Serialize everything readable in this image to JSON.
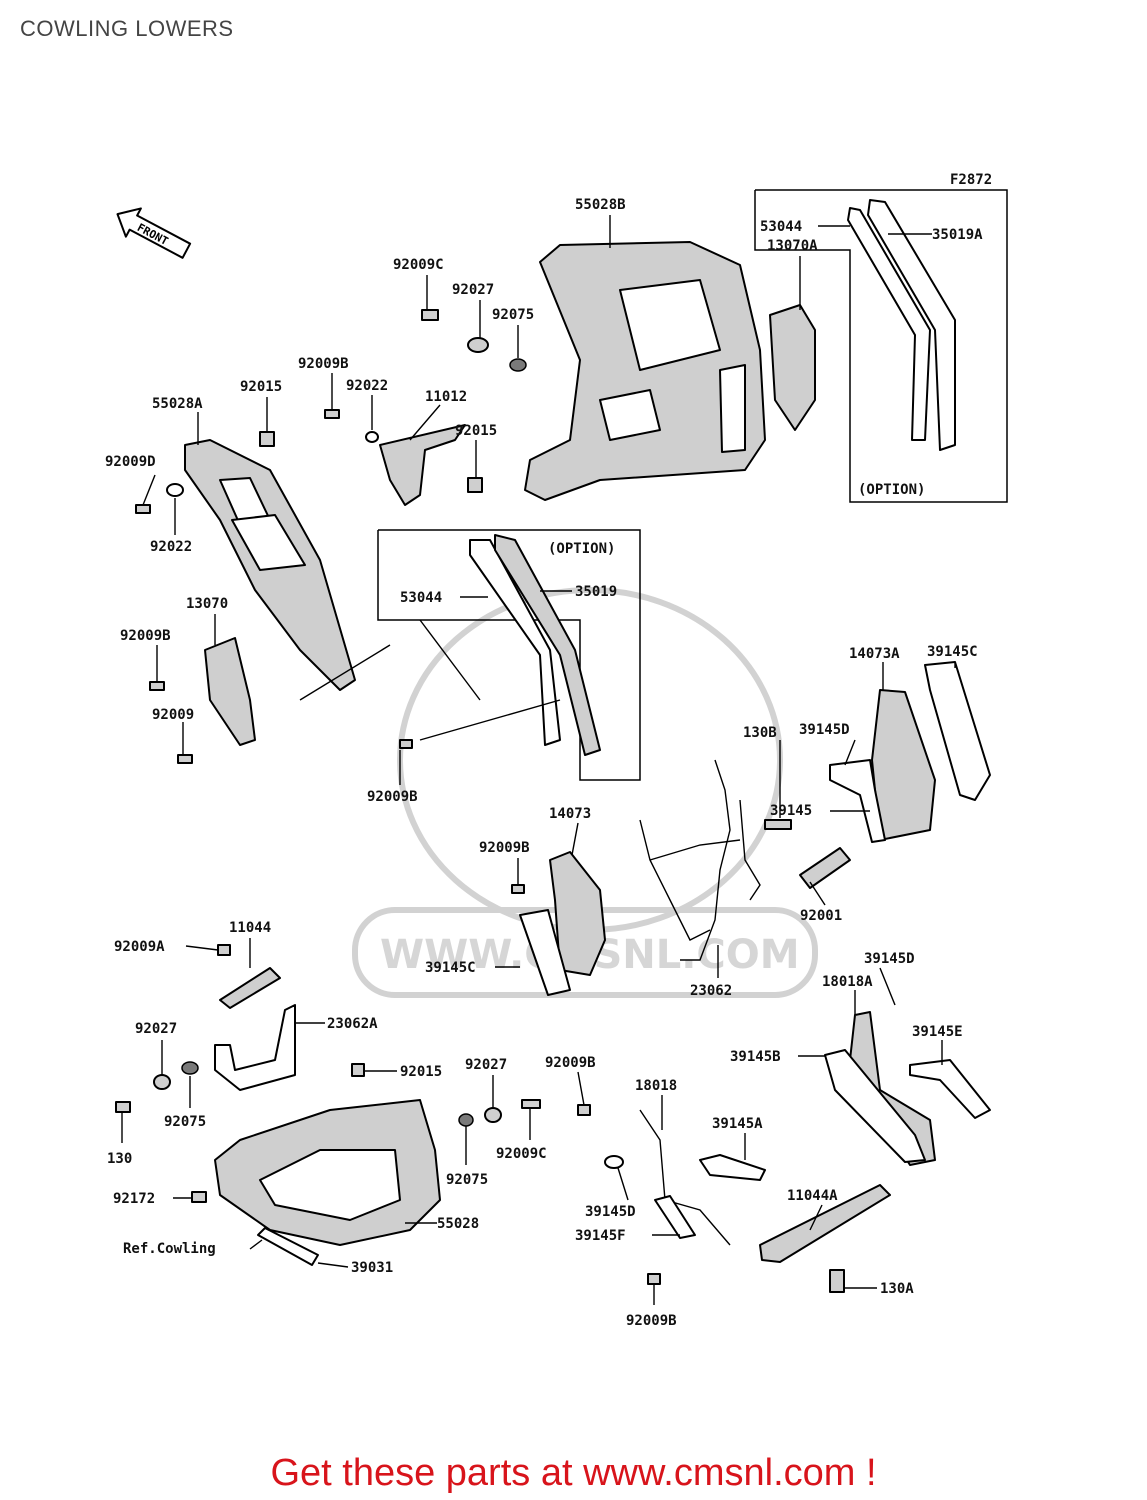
{
  "title": "COWLING LOWERS",
  "figure_code": "F2872",
  "front_arrow_label": "FRONT",
  "option_label": "(OPTION)",
  "watermark_text": "WWW.CMSNL.COM",
  "footer_text": "Get these parts at www.cmsnl.com !",
  "footer_color": "#d8141b",
  "part_labels": [
    "55028B",
    "53044",
    "35019A",
    "13070A",
    "92009C",
    "92027",
    "92075",
    "92009B",
    "92022",
    "11012",
    "92015",
    "55028A",
    "92015",
    "92009D",
    "92022",
    "53044",
    "35019",
    "13070",
    "92009B",
    "92009",
    "92009B",
    "14073A",
    "39145C",
    "130B",
    "39145D",
    "39145",
    "14073",
    "92009B",
    "92001",
    "11044",
    "92009A",
    "39145C",
    "23062",
    "39145D",
    "18018A",
    "23062A",
    "39145E",
    "92027",
    "39145B",
    "92075",
    "92015",
    "92027",
    "92009B",
    "18018",
    "130",
    "39145A",
    "92009C",
    "92075",
    "92172",
    "39145D",
    "11044A",
    "55028",
    "39145F",
    "Ref.Cowling",
    "130A",
    "39031",
    "92009B"
  ]
}
